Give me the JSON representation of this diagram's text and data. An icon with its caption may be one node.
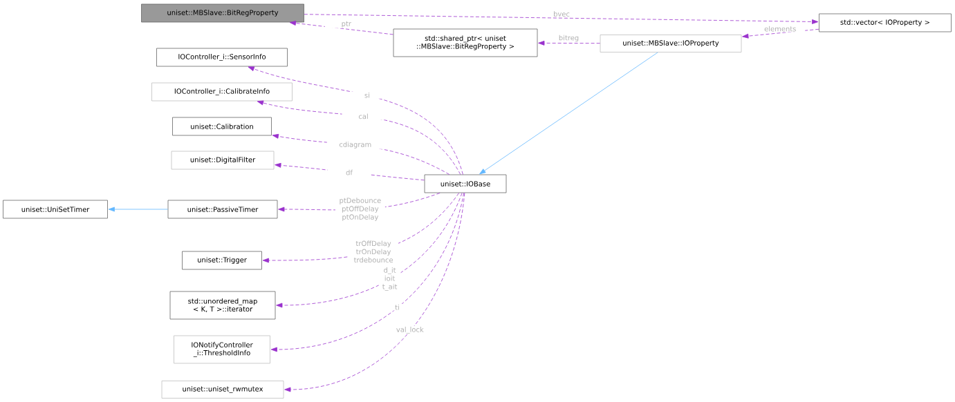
{
  "diagram": {
    "nodes": [
      {
        "text": [
          "uniset::MBSlave::BitRegProperty"
        ]
      },
      {
        "text": [
          "std::vector< IOProperty >"
        ]
      },
      {
        "text": [
          "std::shared_ptr< uniset ::MBSlave::BitRegProperty >"
        ]
      },
      {
        "text": [
          "uniset::MBSlave::IOProperty"
        ]
      },
      {
        "text": [
          "IOController_i::SensorInfo"
        ]
      },
      {
        "text": [
          "IOController_i::CalibrateInfo"
        ]
      },
      {
        "text": [
          "uniset::Calibration"
        ]
      },
      {
        "text": [
          "uniset::DigitalFilter"
        ]
      },
      {
        "text": [
          "uniset::IOBase"
        ]
      },
      {
        "text": [
          "uniset::UniSetTimer"
        ]
      },
      {
        "text": [
          "uniset::PassiveTimer"
        ]
      },
      {
        "text": [
          "uniset::Trigger"
        ]
      },
      {
        "text": [
          "std::unordered_map < K, T >::iterator"
        ]
      },
      {
        "text": [
          "IONotifyController _i::ThresholdInfo"
        ]
      },
      {
        "text": [
          "uniset::uniset_rwmutex"
        ]
      }
    ],
    "edges": [
      {
        "from": 0,
        "to": 1,
        "arrow": "to",
        "label": "bvec",
        "style": "dashed"
      },
      {
        "from": 2,
        "to": 0,
        "arrow": "to",
        "label": "ptr",
        "style": "dashed"
      },
      {
        "from": 3,
        "to": 2,
        "arrow": "to",
        "label": "bitreg",
        "style": "dashed"
      },
      {
        "from": 1,
        "to": 3,
        "arrow": "to",
        "label": "elements",
        "style": "dashed"
      },
      {
        "from": 3,
        "to": 8,
        "arrow": "to",
        "color": "#63b8ff"
      },
      {
        "from": 10,
        "to": 9,
        "arrow": "to",
        "color": "#63b8ff"
      },
      {
        "from": 8,
        "to": 4,
        "arrow": "to",
        "label": "si",
        "style": "dashed"
      },
      {
        "from": 8,
        "to": 5,
        "arrow": "to",
        "label": "cal",
        "style": "dashed"
      },
      {
        "from": 8,
        "to": 6,
        "arrow": "to",
        "label": "cdiagram",
        "style": "dashed"
      },
      {
        "from": 8,
        "to": 7,
        "arrow": "to",
        "label": "df",
        "style": "dashed"
      },
      {
        "from": 8,
        "to": 10,
        "arrow": "to",
        "label": "ptDebounce ptOffDelay ptOnDelay",
        "style": "dashed"
      },
      {
        "from": 8,
        "to": 11,
        "arrow": "to",
        "label": "trOffDelay trOnDelay trdebounce",
        "style": "dashed"
      },
      {
        "from": 8,
        "to": 12,
        "arrow": "to",
        "label": "d_it ioit t_ait",
        "style": "dashed"
      },
      {
        "from": 8,
        "to": 13,
        "arrow": "to",
        "label": "ti",
        "style": "dashed"
      },
      {
        "from": 8,
        "to": 14,
        "arrow": "to",
        "label": "val_lock",
        "style": "dashed"
      }
    ]
  }
}
